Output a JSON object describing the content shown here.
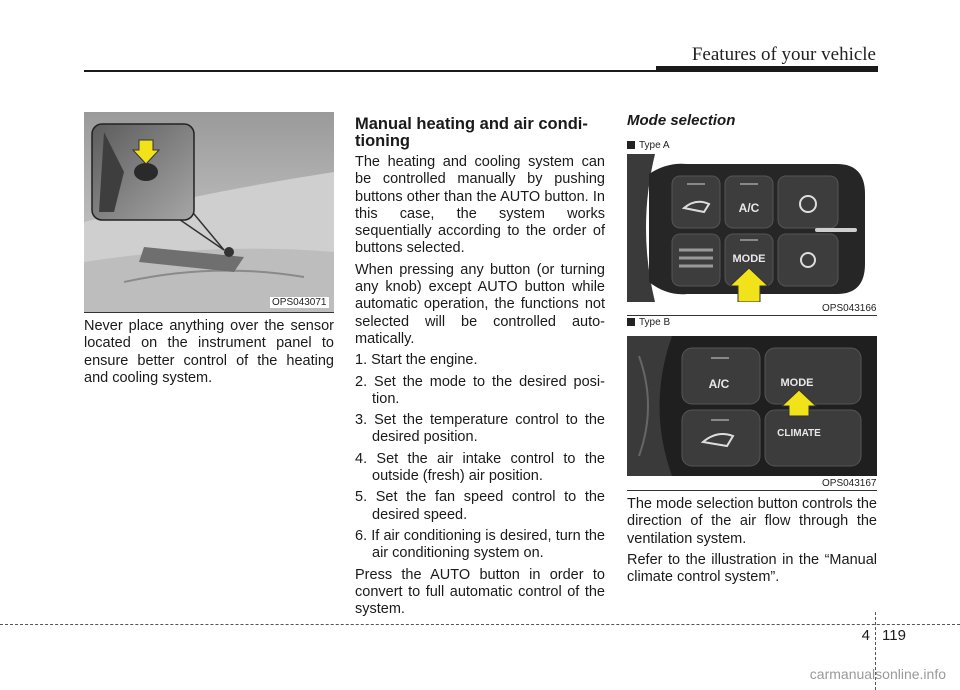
{
  "header": {
    "title": "Features of your vehicle"
  },
  "left": {
    "figure_code": "OPS043071",
    "caution_text": "Never place anything over the sensor located on the instrument panel to ensure better control of the heating and cooling system."
  },
  "middle": {
    "heading": "Manual heating and air condi-tioning",
    "intro": "The heating and cooling system can be controlled manually by pushing buttons other than the AUTO button. In this case, the system works sequentially according to the order of buttons selected.",
    "para2": "When pressing any button (or turning any knob) except AUTO button while automatic operation, the functions not selected will be controlled auto-matically.",
    "steps": [
      "1. Start the engine.",
      "2. Set the mode to the desired posi-tion.",
      "3. Set the temperature control to the desired position.",
      "4. Set the air intake control to the outside (fresh) air position.",
      "5. Set the fan speed control to the desired speed.",
      "6. If air conditioning is desired, turn the air conditioning system on."
    ],
    "closing": "Press the AUTO button in order to convert to full automatic control of the system."
  },
  "right": {
    "heading": "Mode selection",
    "type_a": {
      "label": "Type A",
      "code": "OPS043166",
      "buttons": {
        "ac": "A/C",
        "mode": "MODE"
      }
    },
    "type_b": {
      "label": "Type B",
      "code": "OPS043167",
      "buttons": {
        "ac": "A/C",
        "mode": "MODE",
        "climate": "CLIMATE"
      }
    },
    "para1": "The mode selection button controls the direction of the air flow through the ventilation system.",
    "para2": "Refer to the illustration in the “Manual climate control system”."
  },
  "footer": {
    "chapter": "4",
    "page": "119",
    "watermark": "carmanualsonline.info"
  },
  "colors": {
    "arrow": "#f2e21a",
    "panel_dark": "#2b2b2b",
    "photo_gray": "#b8b8b8"
  }
}
